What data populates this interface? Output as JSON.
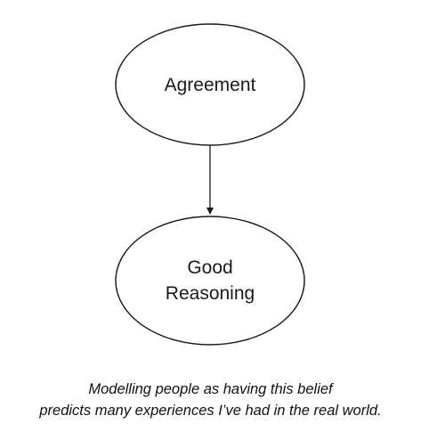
{
  "diagram": {
    "nodes": [
      {
        "id": "agreement",
        "lines": [
          "Agreement"
        ]
      },
      {
        "id": "good-reasoning",
        "lines": [
          "Good",
          "Reasoning"
        ]
      }
    ],
    "edges": [
      {
        "from": "agreement",
        "to": "good-reasoning",
        "directed": true
      }
    ]
  },
  "caption": {
    "line1": "Modelling people as having this belief",
    "line2": "predicts many experiences I’ve had in the real world."
  }
}
